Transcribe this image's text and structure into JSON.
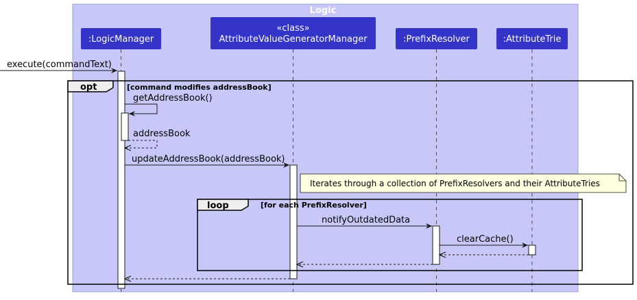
{
  "box": {
    "title": "Logic",
    "fill": "#c8c8f8",
    "border": "#9090c8"
  },
  "participants": [
    {
      "id": "lm",
      "label": ":LogicManager"
    },
    {
      "id": "avgm",
      "stereotype": "«class»",
      "label": "AttributeValueGeneratorManager"
    },
    {
      "id": "pr",
      "label": ":PrefixResolver"
    },
    {
      "id": "at",
      "label": ":AttributeTrie"
    }
  ],
  "participant_color": "#3434c8",
  "messages": {
    "execute": "execute(commandText)",
    "get_address_book": "getAddressBook()",
    "address_book_return": "addressBook",
    "update_address_book": "updateAddressBook(addressBook)",
    "notify_outdated": "notifyOutdatedData",
    "clear_cache": "clearCache()"
  },
  "note": {
    "text": "Iterates through a collection of PrefixResolvers and their AttributeTries",
    "fill": "#fefee0"
  },
  "fragments": {
    "opt": {
      "keyword": "opt",
      "guard": "[command modifies addressBook]"
    },
    "loop": {
      "keyword": "loop",
      "guard": "[for each PrefixResolver]"
    }
  }
}
